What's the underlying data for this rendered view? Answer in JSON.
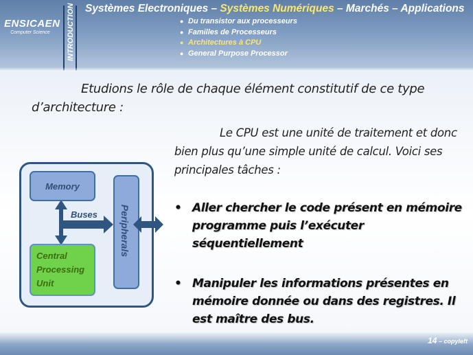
{
  "header": {
    "logo_name": "ENSICAEN",
    "logo_sub": "Computer Science",
    "section": "INTRODUCTION",
    "title_part1": "Systèmes Electroniques – ",
    "title_highlight": "Systèmes Numériques",
    "title_part2": " – Marchés – Applications",
    "nav": [
      {
        "label": "Du transistor aux processeurs",
        "active": false
      },
      {
        "label": "Familles de Processeurs",
        "active": false
      },
      {
        "label": "Architectures à CPU",
        "active": true
      },
      {
        "label": "General Purpose Processor",
        "active": false
      }
    ],
    "highlight_color": "#ffe66a"
  },
  "content": {
    "intro": "Etudions le rôle de chaque élément constitutif de ce type d’architecture :",
    "cpu_text": "Le CPU est une unité de traitement et donc bien plus qu’une simple unité de calcul. Voici ses principales tâches     :",
    "bullets": [
      "Aller chercher le code présent en mémoire programme puis l’exécuter séquentiellement",
      "Manipuler les informations présentes en mémoire donnée ou dans des registres. Il est maître des bus."
    ]
  },
  "diagram": {
    "memory": "Memory",
    "cpu_lines": [
      "Central",
      "Processing",
      "Unit"
    ],
    "buses": "Buses",
    "peripherals": "Peripherals",
    "colors": {
      "memory": "#8eaadb",
      "cpu": "#6fd24a",
      "arrow": "#2f5680",
      "border": "#2f5680"
    }
  },
  "footer": {
    "page": "14",
    "suffix": " – copyleft"
  }
}
